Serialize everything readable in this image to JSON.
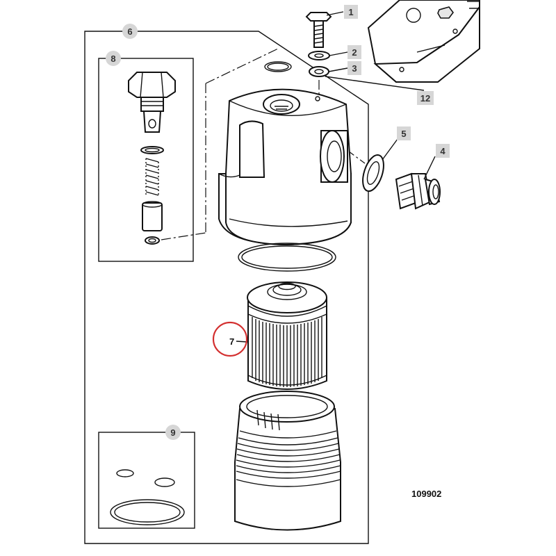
{
  "figure": {
    "reference_number": "109902",
    "highlight_color": "#d32f2f"
  },
  "callouts": [
    {
      "id": "1",
      "name": "bolt"
    },
    {
      "id": "2",
      "name": "washer"
    },
    {
      "id": "3",
      "name": "washer"
    },
    {
      "id": "4",
      "name": "adapter-fitting"
    },
    {
      "id": "5",
      "name": "sealing-washer"
    },
    {
      "id": "6",
      "name": "filter-assembly"
    },
    {
      "id": "7",
      "name": "filter-element"
    },
    {
      "id": "8",
      "name": "relief-valve-kit"
    },
    {
      "id": "9",
      "name": "seal-kit"
    },
    {
      "id": "12",
      "name": "mounting-bracket"
    }
  ],
  "highlighted_callout": "7"
}
